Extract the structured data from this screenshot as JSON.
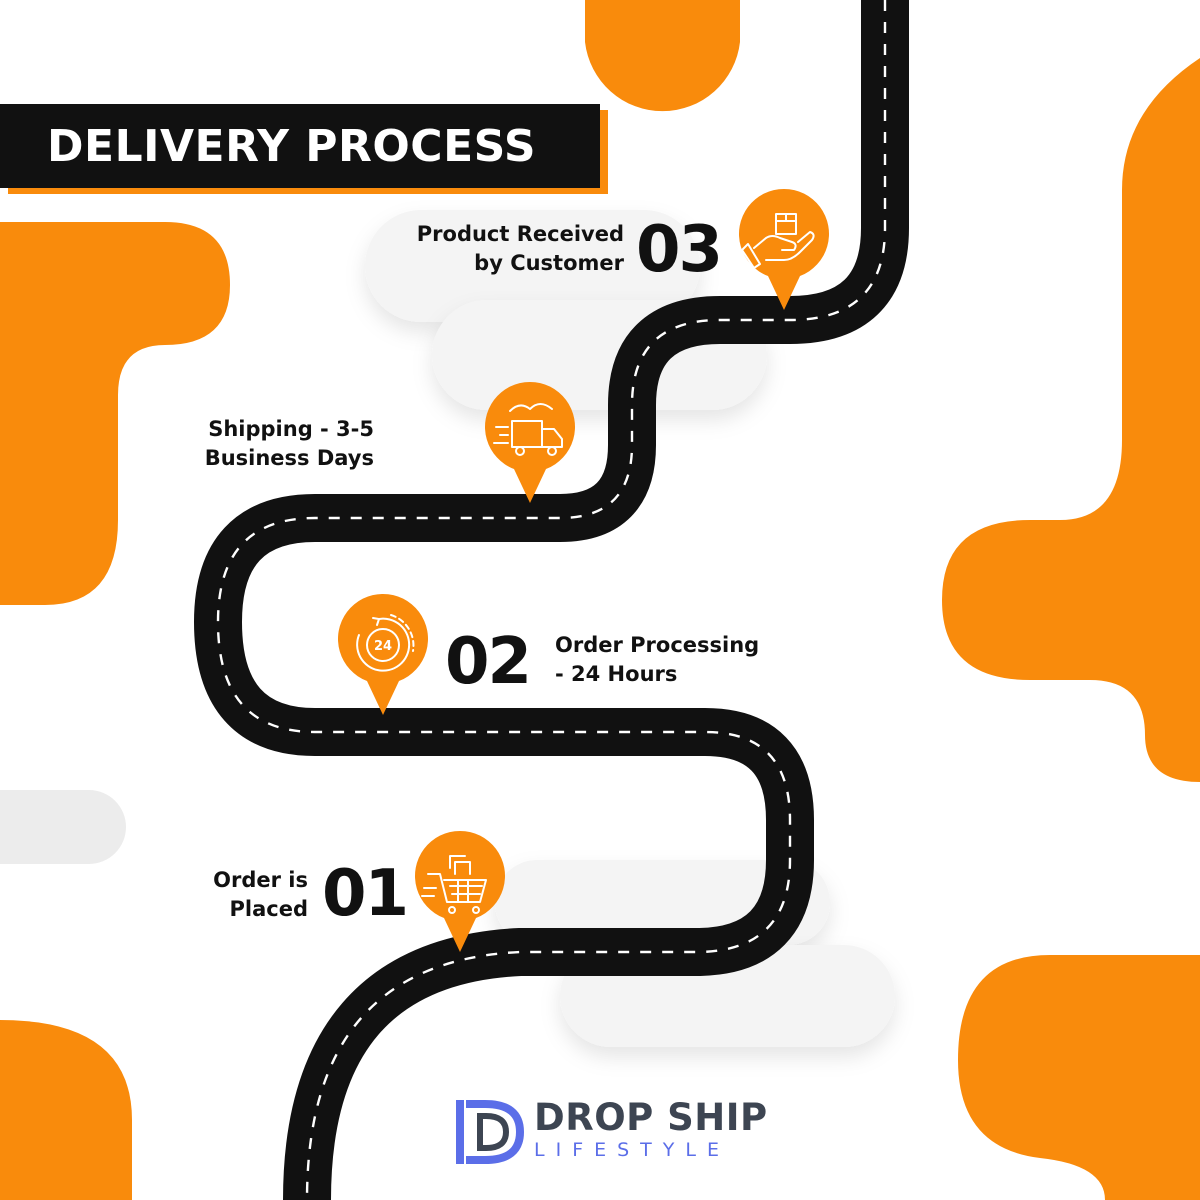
{
  "title": "DELIVERY PROCESS",
  "steps": [
    {
      "number": "01",
      "label_line1": "Order is",
      "label_line2": "Placed",
      "icon": "shopping-cart-icon"
    },
    {
      "number": "02",
      "label_line1": "Order Processing",
      "label_line2": "- 24 Hours",
      "icon": "24-hour-clock-icon"
    },
    {
      "number": "",
      "label_line1": "Shipping - 3-5",
      "label_line2": "Business Days",
      "icon": "delivery-truck-icon"
    },
    {
      "number": "03",
      "label_line1": "Product Received",
      "label_line2": "by Customer",
      "icon": "hand-holding-box-icon"
    }
  ],
  "logo": {
    "main": "DROP SHIP",
    "sub": "LIFESTYLE"
  },
  "colors": {
    "accent": "#f98b0c",
    "road": "#111111",
    "road_line": "#ffffff",
    "text": "#111111",
    "logo_dark": "#3d4552",
    "logo_blue": "#5b6ee8"
  }
}
